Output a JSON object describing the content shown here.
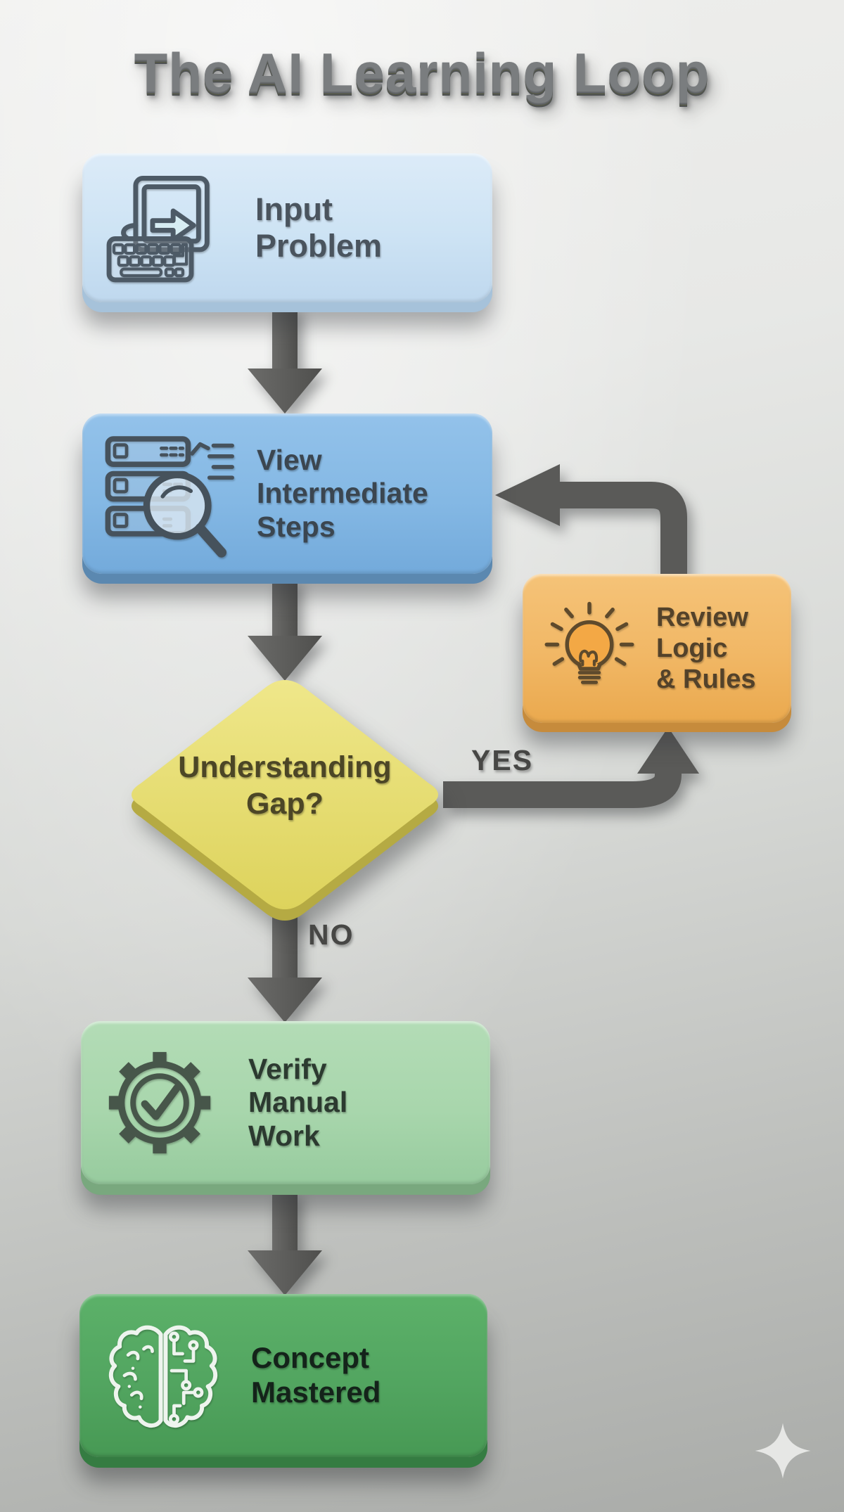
{
  "title": "The AI Learning Loop",
  "nodes": {
    "input_problem": {
      "label": "Input\nProblem",
      "icon": "computer-input-icon",
      "color": "#cde3f4"
    },
    "view_steps": {
      "label": "View\nIntermediate\nSteps",
      "icon": "server-search-icon",
      "color": "#84b8e4"
    },
    "understanding_gap": {
      "label": "Understanding\nGap?",
      "shape": "decision-diamond",
      "color": "#e9e070"
    },
    "review_logic": {
      "label": "Review\nLogic\n& Rules",
      "icon": "lightbulb-icon",
      "color": "#f1b765"
    },
    "verify_work": {
      "label": "Verify\nManual\nWork",
      "icon": "gear-check-icon",
      "color": "#a8d6ac"
    },
    "concept_mastered": {
      "label": "Concept\nMastered",
      "icon": "brain-circuit-icon",
      "color": "#52a560"
    }
  },
  "edges": {
    "yes_label": "YES",
    "no_label": "NO"
  },
  "colors": {
    "background_top": "#efefed",
    "background_bottom": "#a9aba8",
    "arrow": "#5a5a58",
    "title": "#7a7d7f"
  }
}
